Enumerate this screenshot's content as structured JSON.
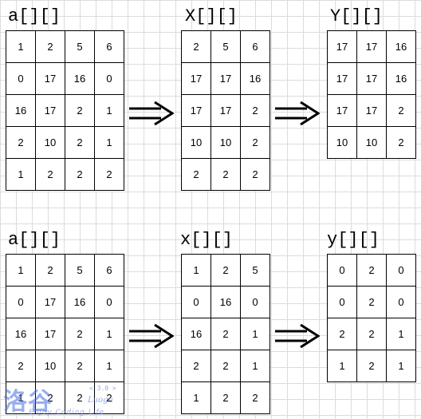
{
  "top_row": {
    "a_label": "a[][]",
    "X_label": "X[][]",
    "Y_label": "Y[][]",
    "a_matrix": [
      [
        "1",
        "2",
        "5",
        "6"
      ],
      [
        "0",
        "17",
        "16",
        "0"
      ],
      [
        "16",
        "17",
        "2",
        "1"
      ],
      [
        "2",
        "10",
        "2",
        "1"
      ],
      [
        "1",
        "2",
        "2",
        "2"
      ]
    ],
    "X_matrix": [
      [
        "2",
        "5",
        "6"
      ],
      [
        "17",
        "17",
        "16"
      ],
      [
        "17",
        "17",
        "2"
      ],
      [
        "10",
        "10",
        "2"
      ],
      [
        "2",
        "2",
        "2"
      ]
    ],
    "Y_matrix": [
      [
        "17",
        "17",
        "16"
      ],
      [
        "17",
        "17",
        "16"
      ],
      [
        "17",
        "17",
        "2"
      ],
      [
        "10",
        "10",
        "2"
      ]
    ]
  },
  "bottom_row": {
    "a_label": "a[][]",
    "x_label": "x[][]",
    "y_label": "y[][]",
    "a_matrix": [
      [
        "1",
        "2",
        "5",
        "6"
      ],
      [
        "0",
        "17",
        "16",
        "0"
      ],
      [
        "16",
        "17",
        "2",
        "1"
      ],
      [
        "2",
        "10",
        "2",
        "1"
      ],
      [
        "1",
        "2",
        "2",
        "2"
      ]
    ],
    "x_matrix": [
      [
        "1",
        "2",
        "5"
      ],
      [
        "0",
        "16",
        "0"
      ],
      [
        "16",
        "2",
        "1"
      ],
      [
        "2",
        "2",
        "1"
      ],
      [
        "1",
        "2",
        "2"
      ]
    ],
    "y_matrix": [
      [
        "0",
        "2",
        "0"
      ],
      [
        "0",
        "2",
        "0"
      ],
      [
        "2",
        "2",
        "1"
      ],
      [
        "1",
        "2",
        "1"
      ]
    ]
  },
  "watermark": {
    "main": "洛谷",
    "version": "< 3.0 >",
    "sub": "Luogu",
    "tagline": "Enjoy Coding Life"
  }
}
